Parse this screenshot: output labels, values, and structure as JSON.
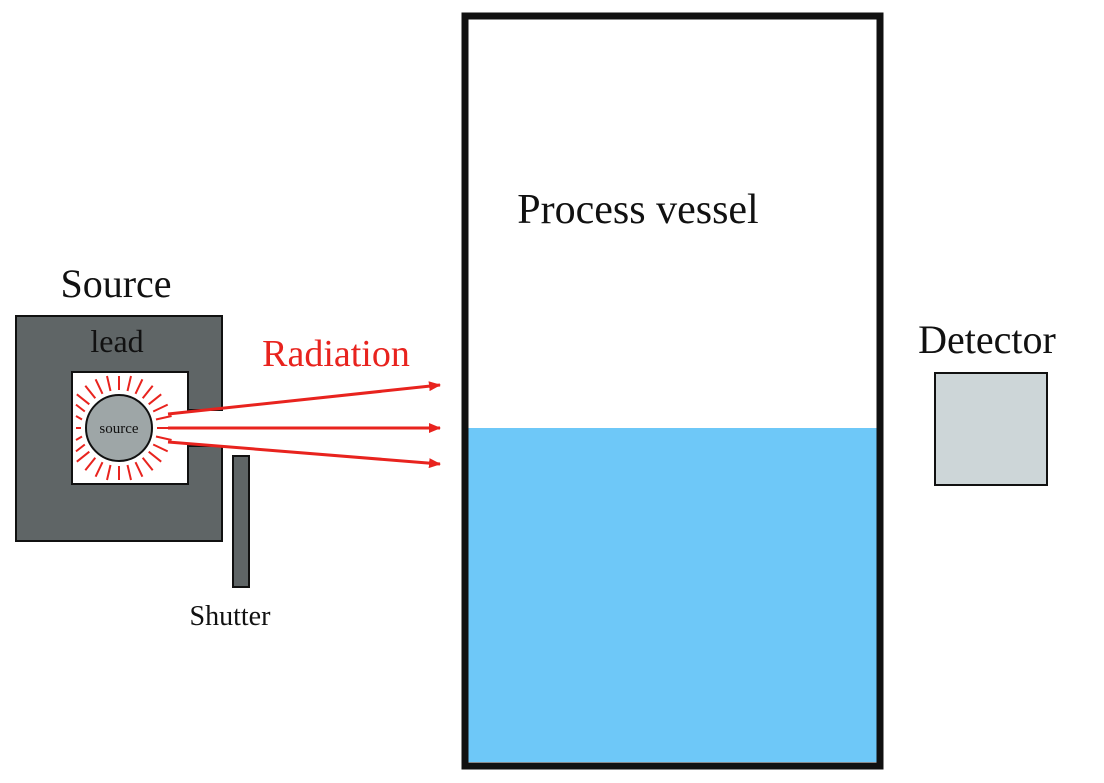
{
  "labels": {
    "source_title": "Source",
    "lead": "lead",
    "source_inner": "source",
    "radiation": "Radiation",
    "shutter": "Shutter",
    "vessel": "Process vessel",
    "detector": "Detector"
  },
  "colors": {
    "lead": "#5f6566",
    "shutter": "#5f6566",
    "source_ball": "#9ea6a7",
    "radiation": "#e8231e",
    "liquid": "#6ec8f8",
    "detector": "#cdd6d8",
    "outline": "#111111"
  }
}
